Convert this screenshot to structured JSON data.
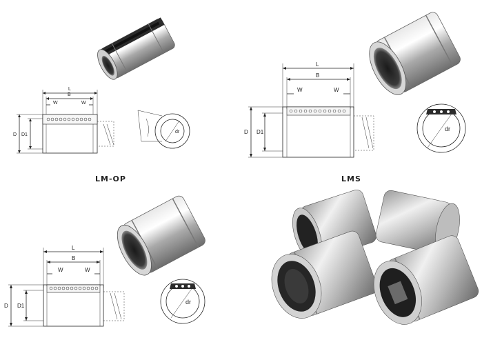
{
  "panels": [
    {
      "caption": "LM-OP",
      "dims": {
        "L": "L",
        "B": "B",
        "W1": "W",
        "W2": "W",
        "D": "D",
        "D1": "D1",
        "dr": "dr"
      }
    },
    {
      "caption": "LMS",
      "dims": {
        "L": "L",
        "B": "B",
        "W1": "W",
        "W2": "W",
        "D": "D",
        "D1": "D1",
        "dr": "dr"
      }
    },
    {
      "caption": "",
      "dims": {
        "L": "L",
        "B": "B",
        "W1": "W",
        "W2": "W",
        "D": "D",
        "D1": "D1",
        "dr": "dr"
      }
    }
  ]
}
